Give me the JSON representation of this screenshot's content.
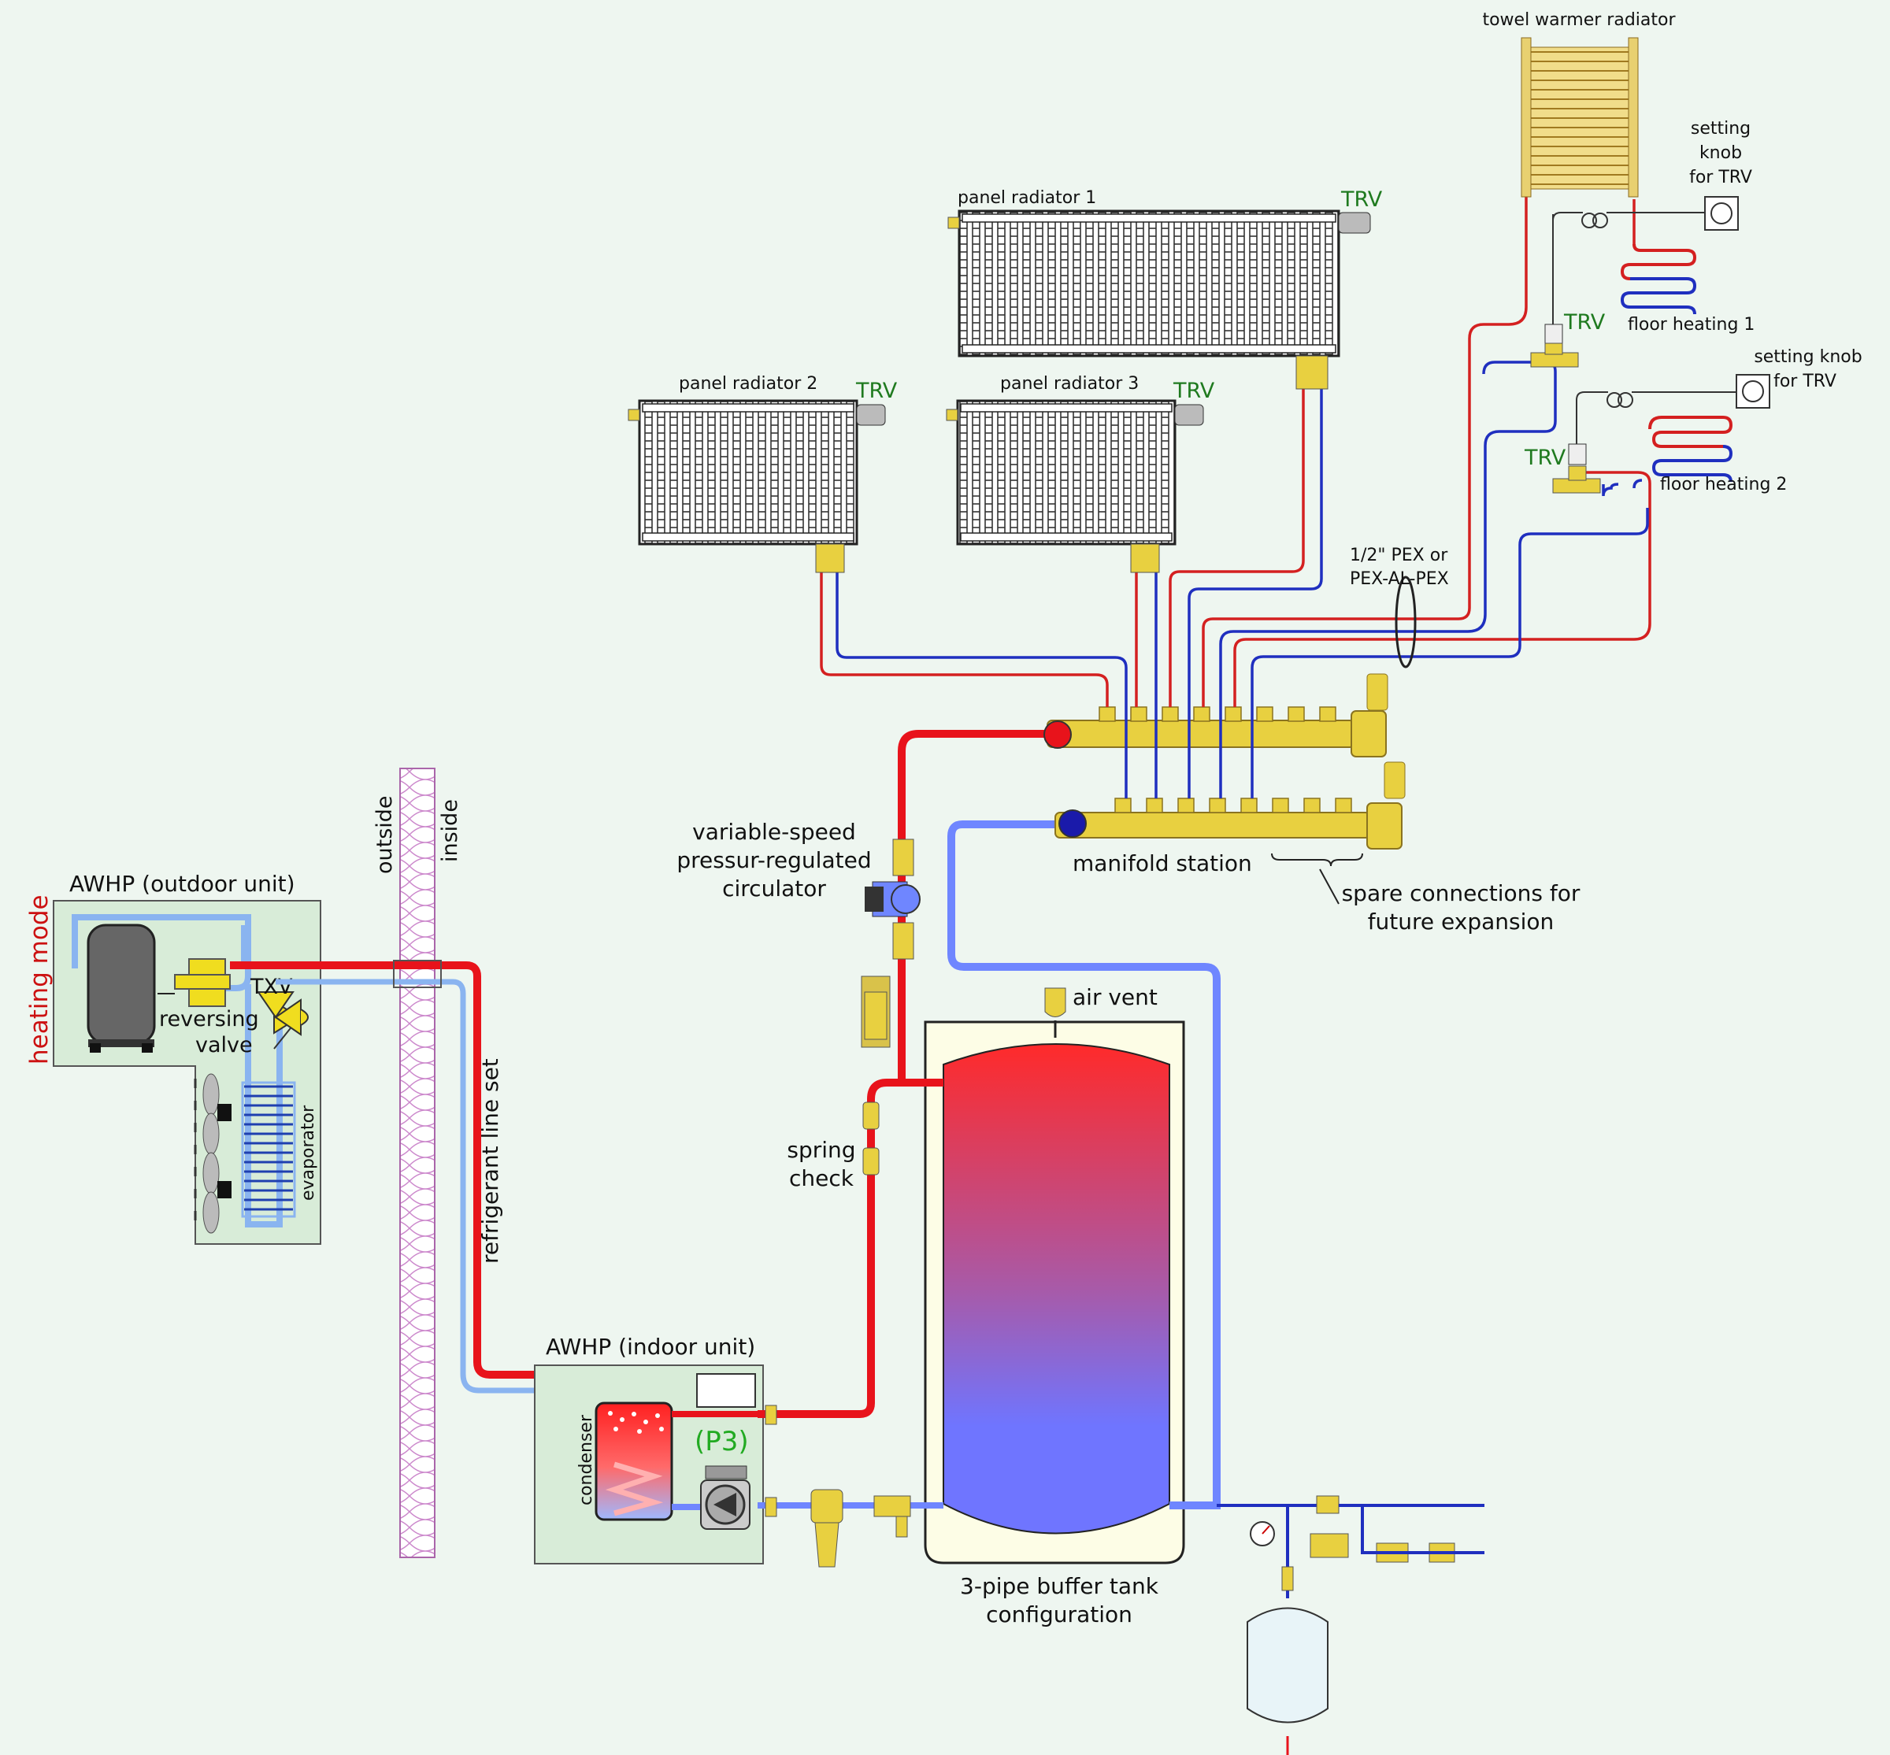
{
  "labels": {
    "towel_warmer": "towel warmer radiator",
    "setting_knob_1": [
      "setting",
      "knob",
      "for TRV"
    ],
    "setting_knob_2": [
      "setting knob",
      "for TRV"
    ],
    "panel_radiator_1": "panel radiator 1",
    "panel_radiator_2": "panel radiator 2",
    "panel_radiator_3": "panel radiator 3",
    "trv": "TRV",
    "floor_heating_1": "floor heating 1",
    "floor_heating_2": "floor heating 2",
    "pex": [
      "1/2\" PEX or",
      "PEX-AL-PEX"
    ],
    "circulator": [
      "variable-speed",
      "pressur-regulated",
      "circulator"
    ],
    "manifold_station": "manifold station",
    "spare_connections": [
      "spare connections for",
      "future expansion"
    ],
    "air_vent": "air vent",
    "spring_check": [
      "spring",
      "check"
    ],
    "outside": "outside",
    "inside": "inside",
    "outdoor_unit": "AWHP (outdoor unit)",
    "heating_mode": "heating mode",
    "reversing_valve": [
      "reversing",
      "valve"
    ],
    "txv": "TXV",
    "evaporator": "evaporator",
    "refrigerant_line_set": "refrigerant line set",
    "indoor_unit": "AWHP (indoor unit)",
    "condenser": "condenser",
    "pump_p3": "(P3)",
    "buffer_tank": [
      "3-pipe buffer tank",
      "configuration"
    ]
  },
  "colors": {
    "background": "#eef6f0",
    "supply_hot": "#e8131b",
    "return_cool": "#6f86ff",
    "small_supply": "#d42020",
    "small_return": "#1f2fbf",
    "refrigerant_hot": "#e8131b",
    "refrigerant_cool": "#8ab4f0",
    "brass": "#e8d040",
    "trv_label": "#1f7a1f",
    "heating_mode": "#cc1111",
    "pump_label": "#22aa22"
  }
}
